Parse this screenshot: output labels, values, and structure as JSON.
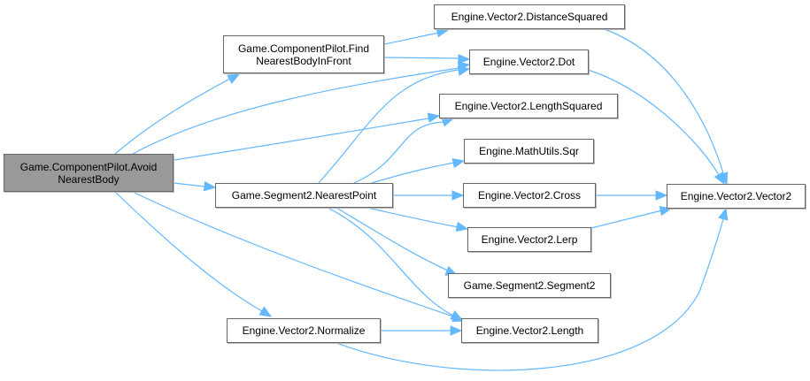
{
  "graph": {
    "type": "call-graph",
    "colors": {
      "edge": "#63b8ff",
      "root_fill": "#999999",
      "node_fill": "#ffffff",
      "node_border": "#666666"
    },
    "nodes": [
      {
        "id": "avoid",
        "label": "Game.ComponentPilot.Avoid\nNearestBody",
        "root": true
      },
      {
        "id": "find",
        "label": "Game.ComponentPilot.Find\nNearestBodyInFront"
      },
      {
        "id": "distsq",
        "label": "Engine.Vector2.DistanceSquared"
      },
      {
        "id": "dot",
        "label": "Engine.Vector2.Dot"
      },
      {
        "id": "lensq",
        "label": "Engine.Vector2.LengthSquared"
      },
      {
        "id": "sqr",
        "label": "Engine.MathUtils.Sqr"
      },
      {
        "id": "nearest",
        "label": "Game.Segment2.NearestPoint"
      },
      {
        "id": "cross",
        "label": "Engine.Vector2.Cross"
      },
      {
        "id": "lerp",
        "label": "Engine.Vector2.Lerp"
      },
      {
        "id": "seg2",
        "label": "Game.Segment2.Segment2"
      },
      {
        "id": "length",
        "label": "Engine.Vector2.Length"
      },
      {
        "id": "normalize",
        "label": "Engine.Vector2.Normalize"
      },
      {
        "id": "vec2",
        "label": "Engine.Vector2.Vector2"
      }
    ],
    "edges": [
      {
        "from": "avoid",
        "to": "find"
      },
      {
        "from": "avoid",
        "to": "dot"
      },
      {
        "from": "avoid",
        "to": "lensq"
      },
      {
        "from": "avoid",
        "to": "nearest"
      },
      {
        "from": "avoid",
        "to": "length"
      },
      {
        "from": "avoid",
        "to": "normalize"
      },
      {
        "from": "find",
        "to": "distsq"
      },
      {
        "from": "find",
        "to": "dot"
      },
      {
        "from": "distsq",
        "to": "vec2"
      },
      {
        "from": "dot",
        "to": "vec2"
      },
      {
        "from": "nearest",
        "to": "dot"
      },
      {
        "from": "nearest",
        "to": "lensq"
      },
      {
        "from": "nearest",
        "to": "sqr"
      },
      {
        "from": "nearest",
        "to": "cross"
      },
      {
        "from": "nearest",
        "to": "lerp"
      },
      {
        "from": "nearest",
        "to": "seg2"
      },
      {
        "from": "nearest",
        "to": "length"
      },
      {
        "from": "cross",
        "to": "vec2"
      },
      {
        "from": "lerp",
        "to": "vec2"
      },
      {
        "from": "normalize",
        "to": "length"
      },
      {
        "from": "normalize",
        "to": "vec2"
      }
    ]
  }
}
